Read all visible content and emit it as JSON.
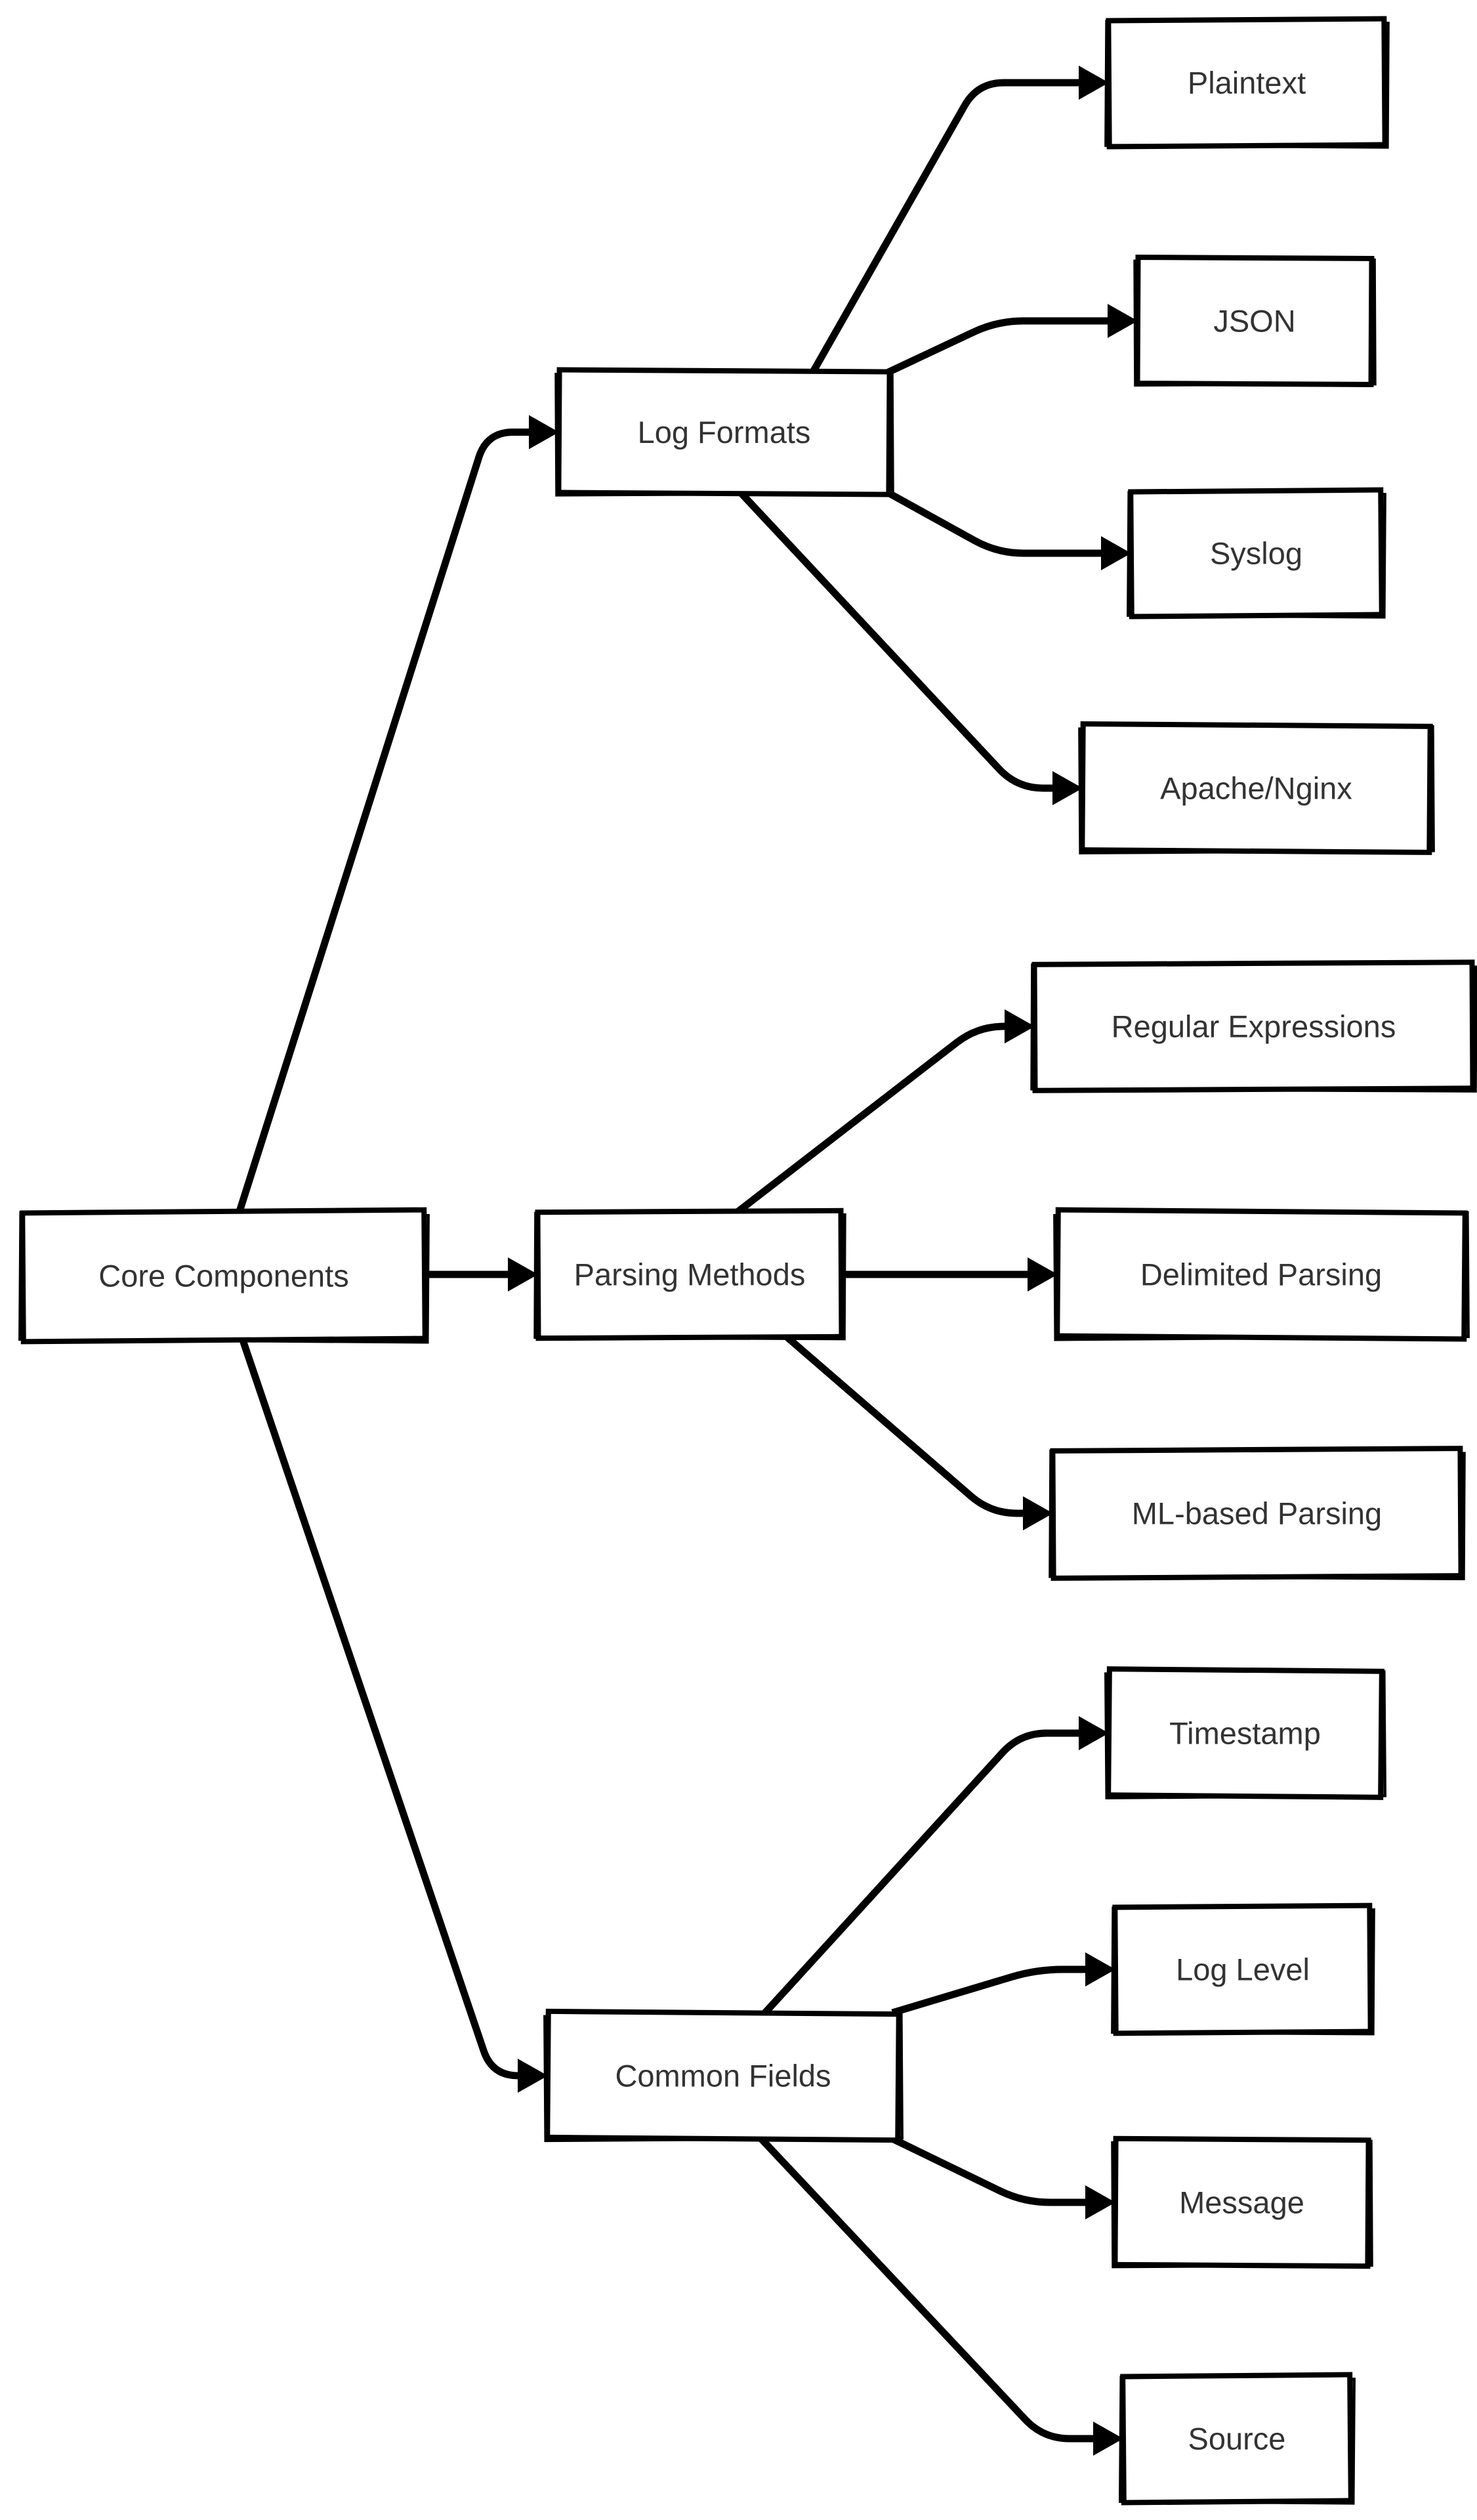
{
  "diagram": {
    "type": "mindmap-flowchart",
    "style": {
      "background": "#ffffff",
      "box_fill": "#ffffff",
      "line_color": "#000000",
      "text_color": "#333333"
    },
    "nodes": [
      {
        "id": "core",
        "label": "Core Components"
      },
      {
        "id": "log-formats",
        "label": "Log Formats"
      },
      {
        "id": "parsing-methods",
        "label": "Parsing Methods"
      },
      {
        "id": "common-fields",
        "label": "Common Fields"
      },
      {
        "id": "plaintext",
        "label": "Plaintext"
      },
      {
        "id": "json",
        "label": "JSON"
      },
      {
        "id": "syslog",
        "label": "Syslog"
      },
      {
        "id": "apache",
        "label": "Apache/Nginx"
      },
      {
        "id": "regex",
        "label": "Regular Expressions"
      },
      {
        "id": "delimited",
        "label": "Delimited Parsing"
      },
      {
        "id": "ml",
        "label": "ML-based Parsing"
      },
      {
        "id": "timestamp",
        "label": "Timestamp"
      },
      {
        "id": "log-level",
        "label": "Log Level"
      },
      {
        "id": "message",
        "label": "Message"
      },
      {
        "id": "source",
        "label": "Source"
      }
    ],
    "edges": [
      {
        "from": "core",
        "to": "log-formats"
      },
      {
        "from": "core",
        "to": "parsing-methods"
      },
      {
        "from": "core",
        "to": "common-fields"
      },
      {
        "from": "log-formats",
        "to": "plaintext"
      },
      {
        "from": "log-formats",
        "to": "json"
      },
      {
        "from": "log-formats",
        "to": "syslog"
      },
      {
        "from": "log-formats",
        "to": "apache"
      },
      {
        "from": "parsing-methods",
        "to": "regex"
      },
      {
        "from": "parsing-methods",
        "to": "delimited"
      },
      {
        "from": "parsing-methods",
        "to": "ml"
      },
      {
        "from": "common-fields",
        "to": "timestamp"
      },
      {
        "from": "common-fields",
        "to": "log-level"
      },
      {
        "from": "common-fields",
        "to": "message"
      },
      {
        "from": "common-fields",
        "to": "source"
      }
    ]
  }
}
